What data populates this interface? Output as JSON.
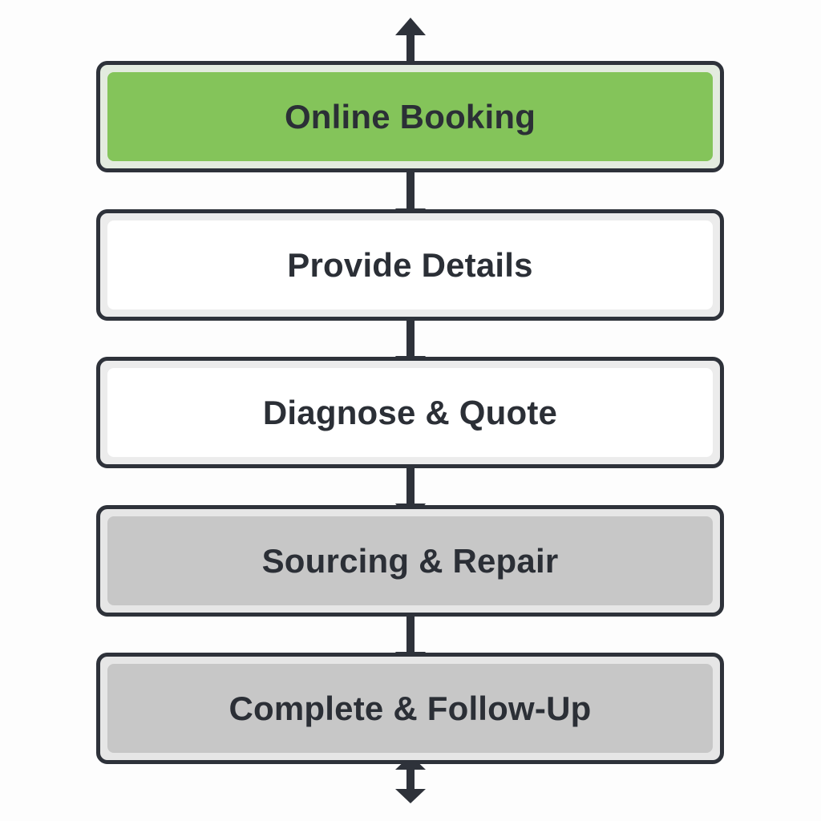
{
  "diagram": {
    "type": "vertical-process-flow",
    "colors": {
      "border": "#2e323a",
      "current_fill": "#84c45a",
      "pending_fill": "#ffffff",
      "inactive_fill": "#c7c7c7",
      "text": "#2b2f36"
    },
    "steps": [
      {
        "label": "Online Booking",
        "state": "current"
      },
      {
        "label": "Provide Details",
        "state": "pending"
      },
      {
        "label": "Diagnose & Quote",
        "state": "pending"
      },
      {
        "label": "Sourcing & Repair",
        "state": "inactive"
      },
      {
        "label": "Complete & Follow-Up",
        "state": "inactive"
      }
    ],
    "connectors": {
      "top": "double-headed-arrow",
      "between_steps": "down-arrow",
      "bottom": "double-headed-arrow"
    }
  }
}
